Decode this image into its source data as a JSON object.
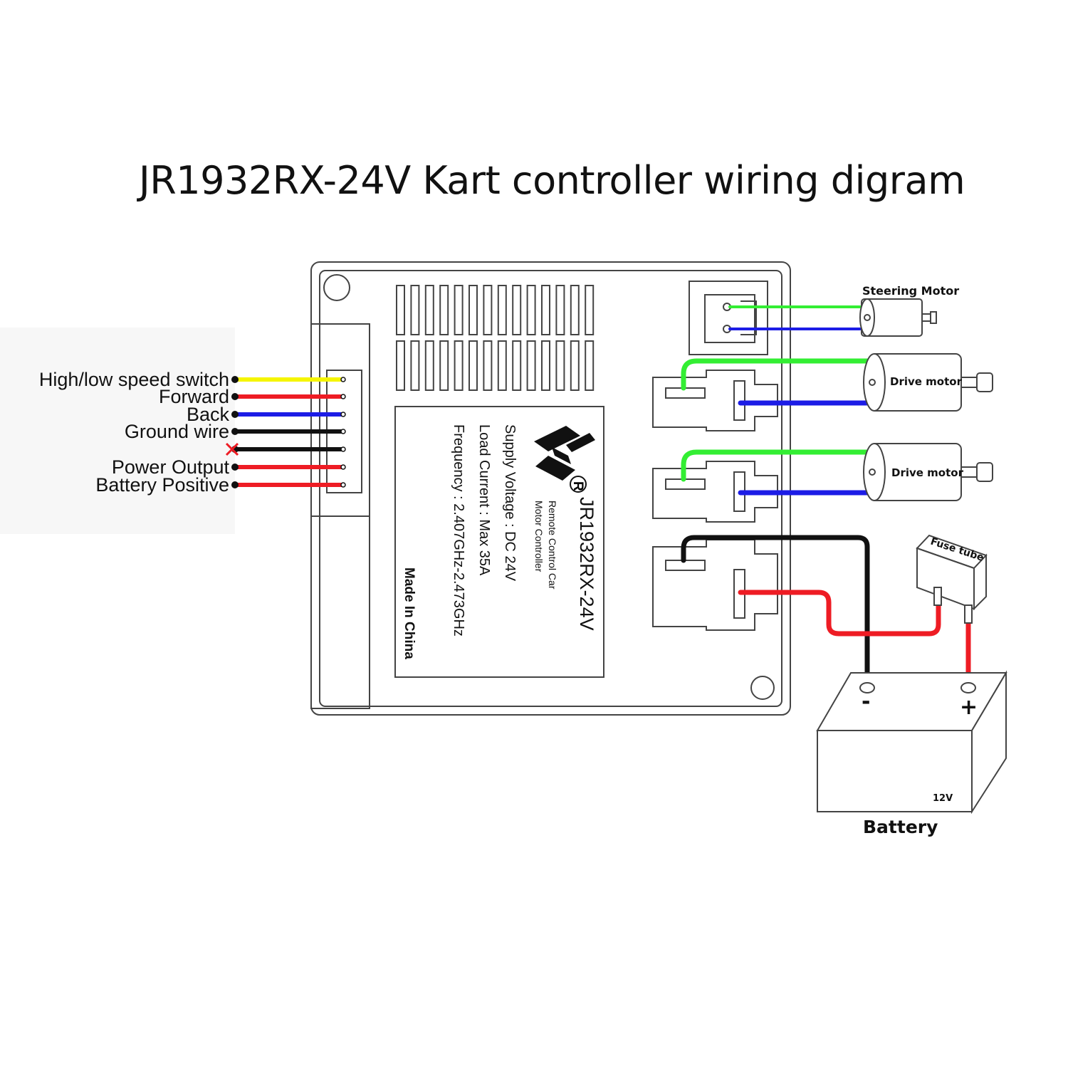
{
  "title": "JR1932RX-24V Kart controller wiring digram",
  "wire_labels": [
    {
      "text": "High/low speed switch",
      "color": "#f5f500"
    },
    {
      "text": "Forward",
      "color": "#ee1c24"
    },
    {
      "text": "Back",
      "color": "#1c1ce6"
    },
    {
      "text": "Ground wire",
      "color": "#111111"
    },
    {
      "text": "",
      "color": "#111111"
    },
    {
      "text": "Power Output",
      "color": "#ee1c24"
    },
    {
      "text": "Battery Positive",
      "color": "#ee1c24"
    }
  ],
  "controller_label": {
    "model": "JR1932RX-24V",
    "desc_line1": "Remote Control Car",
    "desc_line2": "Motor Controller",
    "supply": "Supply Voltage : DC 24V",
    "load": "Load Current : Max 35A",
    "frequency": "Frequency : 2.407GHz-2.473GHz",
    "made_in": "Made In China",
    "registered": "R"
  },
  "components": {
    "steering_motor": "Steering Motor",
    "drive_motor_1": "Drive motor",
    "drive_motor_2": "Drive motor",
    "fuse": "Fuse tube",
    "battery": "Battery",
    "battery_voltage": "12V",
    "terminal_negative": "-",
    "terminal_positive": "+"
  },
  "colors": {
    "green": "#33ee33",
    "blue": "#1c1ce6",
    "red": "#ee1c24",
    "black": "#111111",
    "yellow": "#f5f500"
  }
}
